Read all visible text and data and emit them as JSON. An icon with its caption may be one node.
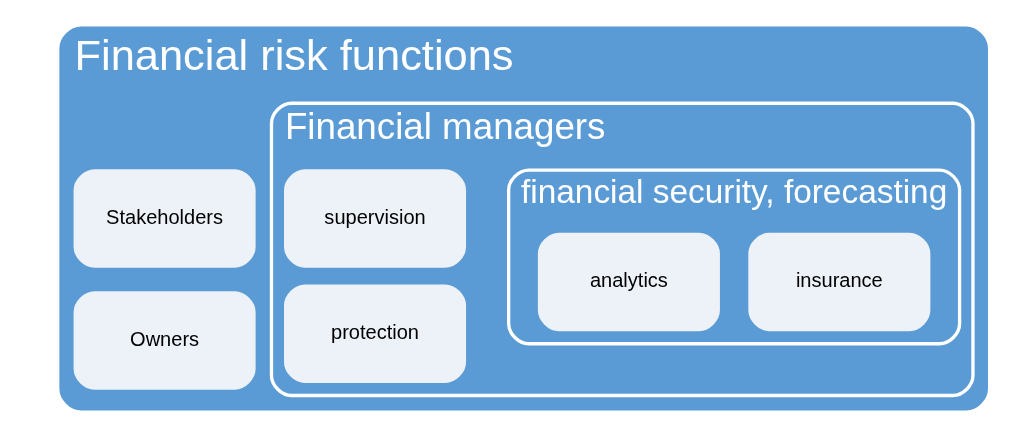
{
  "diagram": {
    "nodes": [
      {
        "text": [
          "Financial risk functions"
        ]
      },
      {
        "text": [
          "Stakeholders"
        ],
        "in": 0
      },
      {
        "text": [
          "Owners"
        ],
        "in": 0
      },
      {
        "text": [
          "Financial managers"
        ],
        "in": 0
      },
      {
        "text": [
          "supervision"
        ],
        "in": 3
      },
      {
        "text": [
          "protection"
        ],
        "in": 3
      },
      {
        "text": [
          "financial security, forecasting"
        ],
        "in": 3
      },
      {
        "text": [
          "analytics"
        ],
        "in": 6
      },
      {
        "text": [
          "insurance"
        ],
        "in": 6
      }
    ]
  }
}
